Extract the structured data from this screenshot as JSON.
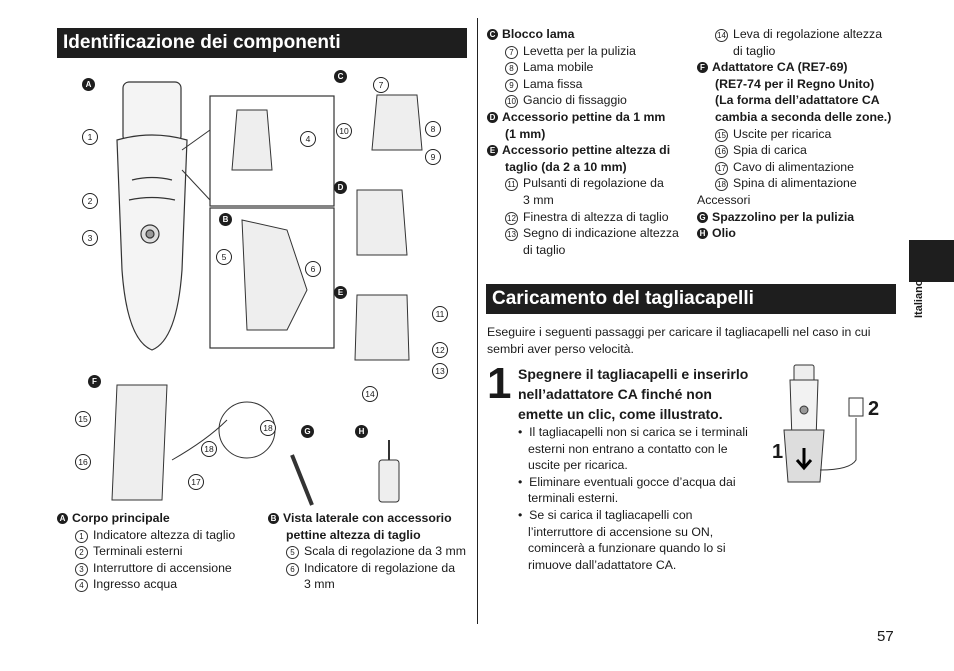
{
  "section1": {
    "title": "Identificazione dei componenti"
  },
  "section2": {
    "title": "Caricamento del tagliacapelli",
    "intro": "Eseguire i seguenti passaggi per caricare il tagliacapelli nel caso in cui sembri aver perso velocità."
  },
  "figure_labels": {
    "A": "A",
    "B": "B",
    "C": "C",
    "D": "D",
    "E": "E",
    "F": "F",
    "G": "G",
    "H": "H"
  },
  "callouts": {
    "n1": "1",
    "n2": "2",
    "n3": "3",
    "n4": "4",
    "n5": "5",
    "n6": "6",
    "n7": "7",
    "n8": "8",
    "n9": "9",
    "n10": "10",
    "n11": "11",
    "n12": "12",
    "n13": "13",
    "n14": "14",
    "n15": "15",
    "n16": "16",
    "n17": "17",
    "n18": "18",
    "n18b": "18"
  },
  "legend_A": {
    "badge": "A",
    "title": "Corpo principale",
    "items": [
      {
        "n": "1",
        "t": "Indicatore altezza di taglio"
      },
      {
        "n": "2",
        "t": "Terminali esterni"
      },
      {
        "n": "3",
        "t": "Interruttore di accensione"
      },
      {
        "n": "4",
        "t": "Ingresso acqua"
      }
    ]
  },
  "legend_B": {
    "badge": "B",
    "title1": "Vista laterale con accessorio",
    "title2": "pettine altezza di taglio",
    "items": [
      {
        "n": "5",
        "t": "Scala di regolazione da 3 mm"
      },
      {
        "n": "6",
        "t": "Indicatore di regolazione da"
      }
    ],
    "cont": "3 mm"
  },
  "col2": {
    "C": {
      "badge": "C",
      "title": "Blocco lama",
      "items": [
        {
          "n": "7",
          "t": "Levetta per la pulizia"
        },
        {
          "n": "8",
          "t": "Lama mobile"
        },
        {
          "n": "9",
          "t": "Lama fissa"
        },
        {
          "n": "10",
          "t": "Gancio di fissaggio"
        }
      ]
    },
    "D": {
      "badge": "D",
      "title1": "Accessorio pettine da 1 mm",
      "title2": "(1 mm)"
    },
    "E": {
      "badge": "E",
      "title1": "Accessorio pettine altezza di",
      "title2": "taglio (da 2 a 10 mm)",
      "items": [
        {
          "n": "11",
          "t": "Pulsanti di regolazione da"
        },
        {
          "n": "",
          "t": "3 mm"
        },
        {
          "n": "12",
          "t": "Finestra di altezza di taglio"
        },
        {
          "n": "13",
          "t": "Segno di indicazione altezza"
        },
        {
          "n": "",
          "t": "di taglio"
        }
      ]
    }
  },
  "col3": {
    "item14a": "Leva di regolazione altezza",
    "item14b": "di taglio",
    "n14": "14",
    "F": {
      "badge": "F",
      "l1": "Adattatore CA (RE7-69)",
      "l2": "(RE7-74 per il Regno Unito)",
      "l3": "(La forma dell’adattatore CA",
      "l4": "cambia a seconda delle zone.)"
    },
    "items": [
      {
        "n": "15",
        "t": "Uscite per ricarica"
      },
      {
        "n": "16",
        "t": "Spia di carica"
      },
      {
        "n": "17",
        "t": "Cavo di alimentazione"
      },
      {
        "n": "18",
        "t": "Spina di alimentazione"
      }
    ],
    "accessori": "Accessori",
    "G": {
      "badge": "G",
      "t": "Spazzolino per la pulizia"
    },
    "H": {
      "badge": "H",
      "t": "Olio"
    }
  },
  "step1": {
    "num": "1",
    "h1": "Spegnere il tagliacapelli e inserirlo",
    "h2": "nell’adattatore CA finché non",
    "h3": "emette un clic, come illustrato.",
    "bullets": [
      [
        "Il tagliacapelli non si carica se i terminali",
        "esterni non entrano a contatto con le",
        "uscite per ricarica."
      ],
      [
        "Eliminare eventuali gocce d’acqua dai",
        "terminali esterni."
      ],
      [
        "Se si carica il tagliacapelli con",
        "l’interruttore di accensione su ON,",
        "comincerà a funzionare quando lo si",
        "rimuove dall’adattatore CA."
      ]
    ],
    "fig_n1": "1",
    "fig_n2": "2"
  },
  "side_label": "Italiano",
  "page_number": "57"
}
